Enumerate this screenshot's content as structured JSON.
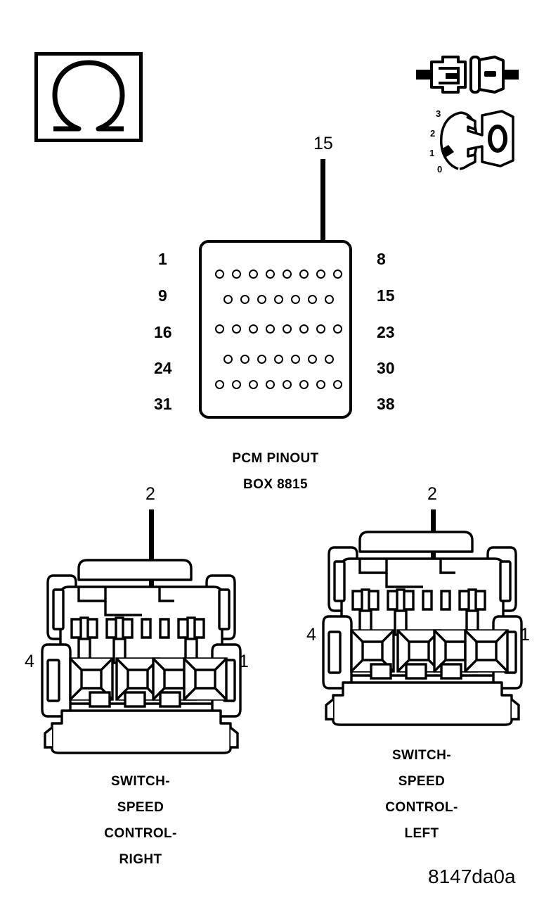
{
  "figure": {
    "code": "8147da0a",
    "type": "automotive-wiring-pinout-diagram"
  },
  "icons": {
    "ohmmeter": {
      "name": "ohmmeter-symbol",
      "glyph": "Ω",
      "meaning": "measure resistance"
    },
    "disconnect": {
      "name": "connector-disconnect-symbol",
      "meaning": "disconnect connector"
    },
    "ignition_key": {
      "name": "ignition-key-symbol",
      "meaning": "ignition switch position",
      "positions": [
        "3",
        "2",
        "1",
        "0"
      ],
      "selected": "0"
    }
  },
  "pcm": {
    "title_line1": "PCM PINOUT",
    "title_line2": "BOX 8815",
    "callout": "15",
    "left_labels": [
      "1",
      "9",
      "16",
      "24",
      "31"
    ],
    "right_labels": [
      "8",
      "15",
      "23",
      "30",
      "38"
    ],
    "rows": [
      {
        "start": 1,
        "end": 8,
        "count": 8,
        "offset": 0
      },
      {
        "start": 9,
        "end": 15,
        "count": 7,
        "offset": 1
      },
      {
        "start": 16,
        "end": 23,
        "count": 8,
        "offset": 0
      },
      {
        "start": 24,
        "end": 30,
        "count": 7,
        "offset": 1
      },
      {
        "start": 31,
        "end": 38,
        "count": 8,
        "offset": 0
      }
    ],
    "highlighted_pin": 15
  },
  "connectors": [
    {
      "id": "switch-speed-control-right",
      "callout": "2",
      "left_label": "4",
      "right_label": "1",
      "terminals": 4,
      "caption": [
        "SWITCH-",
        "SPEED",
        "CONTROL-",
        "RIGHT"
      ]
    },
    {
      "id": "switch-speed-control-left",
      "callout": "2",
      "left_label": "4",
      "right_label": "1",
      "terminals": 4,
      "caption": [
        "SWITCH-",
        "SPEED",
        "CONTROL-",
        "LEFT"
      ]
    }
  ],
  "colors": {
    "ink": "#000000",
    "paper": "#ffffff"
  }
}
